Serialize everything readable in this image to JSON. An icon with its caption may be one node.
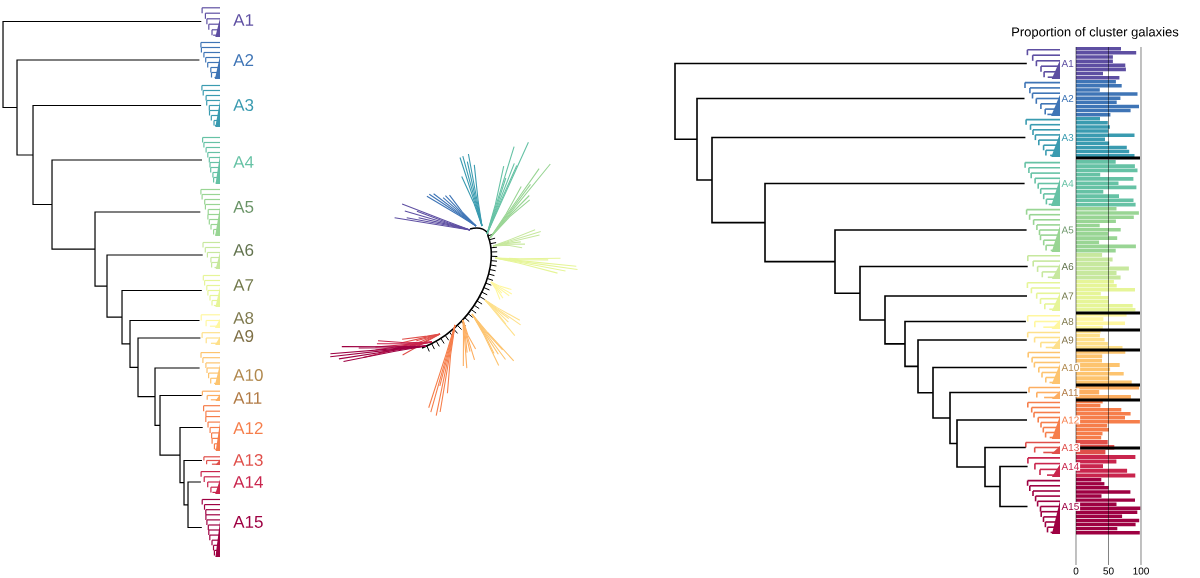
{
  "diagram": {
    "labels": [
      "A1",
      "A2",
      "A3",
      "A4",
      "A5",
      "A6",
      "A7",
      "A8",
      "A9",
      "A10",
      "A11",
      "A12",
      "A13",
      "A14",
      "A15",
      "Proportion of cluster galaxies",
      "A1",
      "A2",
      "A3",
      "A4",
      "A5",
      "A6",
      "A7",
      "A8",
      "A9",
      "A10",
      "A11",
      "A12",
      "A13",
      "A14",
      "A15",
      "0",
      "50",
      "100"
    ]
  }
}
